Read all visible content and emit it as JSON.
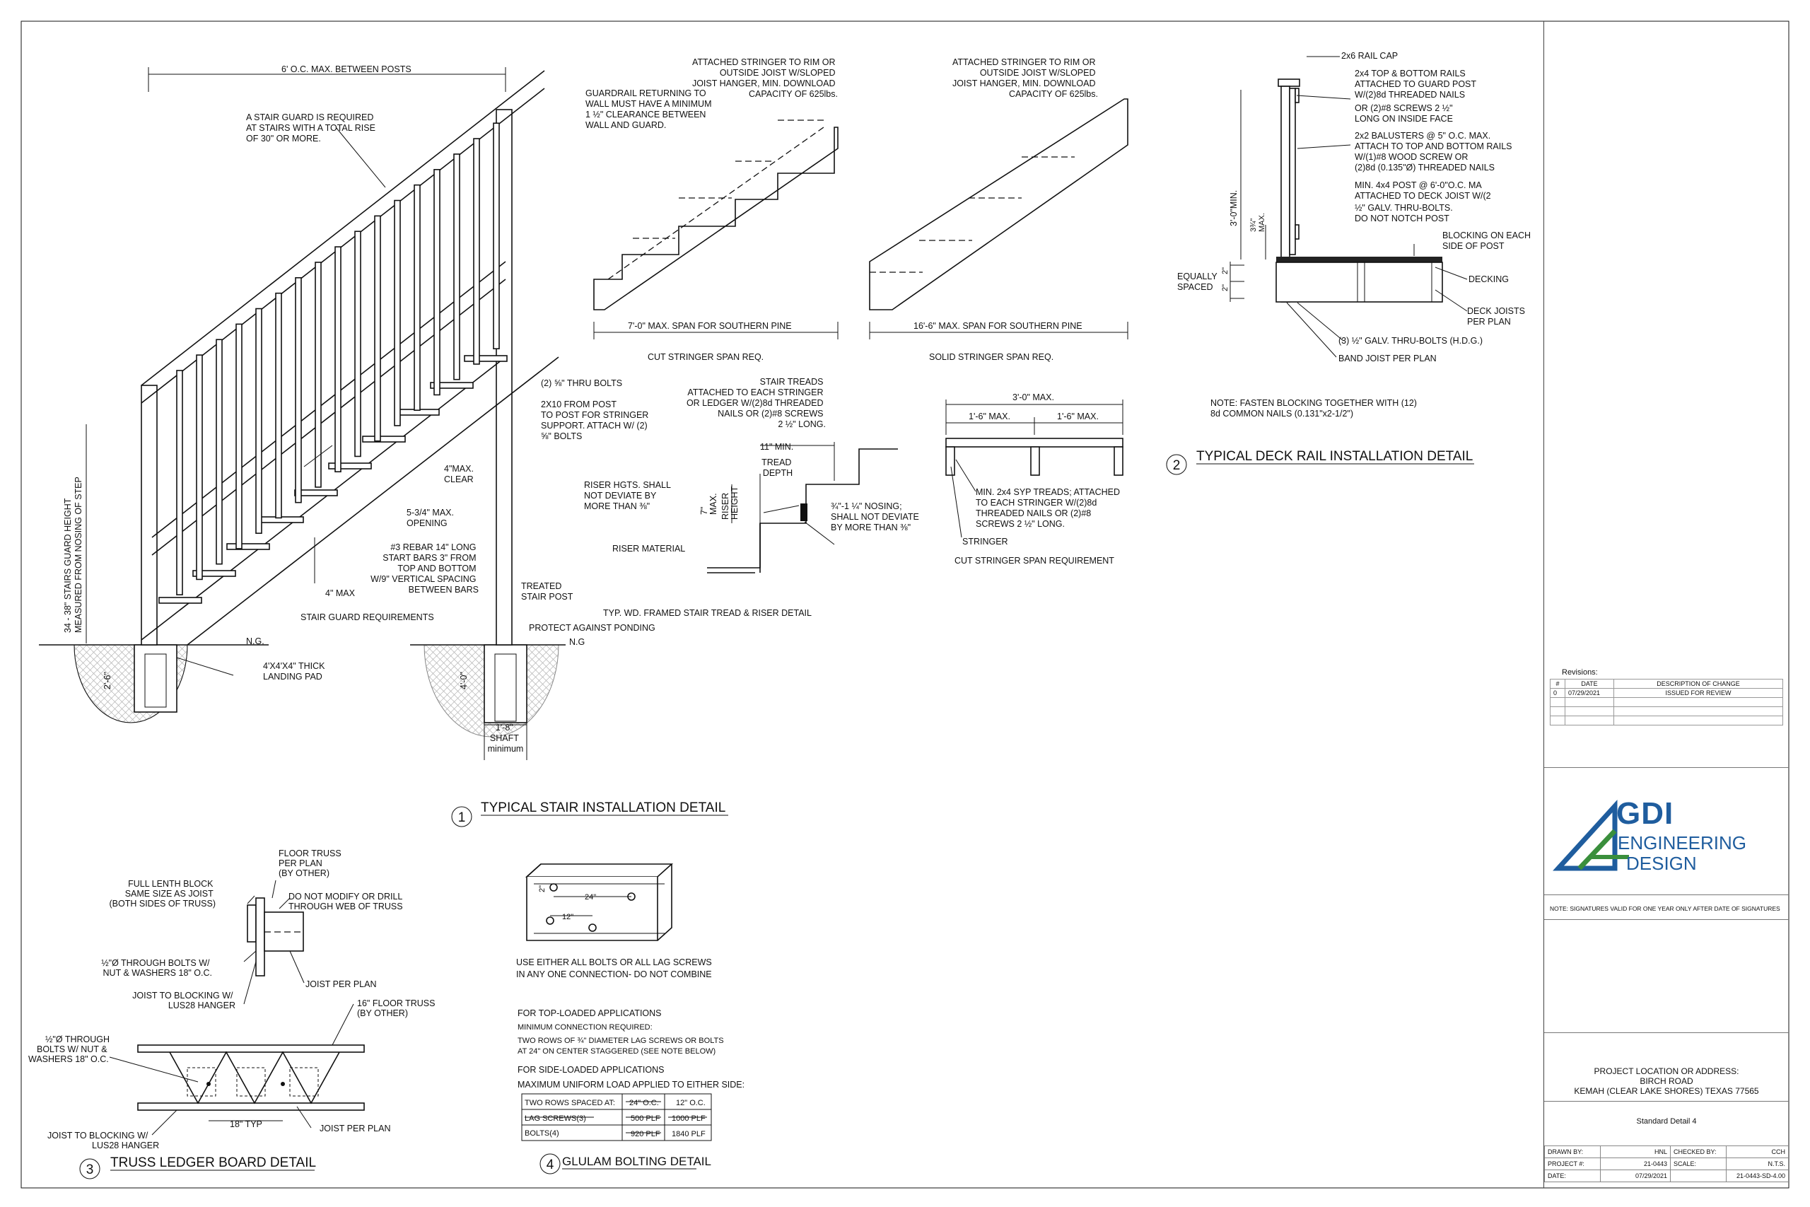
{
  "detail1": {
    "title": "TYPICAL STAIR INSTALLATION DETAIL",
    "number": "1",
    "labels": {
      "post_spacing": "6' O.C. MAX. BETWEEN POSTS",
      "guard_required": [
        "A STAIR GUARD IS REQUIRED",
        "AT STAIRS WITH A TOTAL RISE",
        "OF 30\" OR MORE."
      ],
      "guard_height": [
        "34 - 38\" STAIRS GUARD HEIGHT",
        "MEASURED FROM NOSING OF STEP"
      ],
      "thru_bolts": "(2) ⅝\" THRU BOLTS",
      "stringer_support": [
        "2X10 FROM POST",
        "TO POST FOR STRINGER",
        "SUPPORT. ATTACH W/ (2)",
        "⅝\" BOLTS"
      ],
      "max_clear": [
        "4\"MAX.",
        "CLEAR"
      ],
      "max_opening": [
        "5-3/4\" MAX.",
        "OPENING"
      ],
      "rebar": [
        "#3 REBAR 14\" LONG",
        "START BARS 3\" FROM",
        "TOP AND BOTTOM",
        "W/9\" VERTICAL SPACING",
        "BETWEEN BARS"
      ],
      "four_max": "4\" MAX",
      "stair_guard_req": "STAIR GUARD REQUIREMENTS",
      "treated_post": [
        "TREATED",
        "STAIR POST"
      ],
      "ponding": "PROTECT AGAINST PONDING",
      "ng_left": "N.G.",
      "ng_right": "N.G",
      "landing_pad": [
        "4'X4'X4\" THICK",
        "LANDING PAD"
      ],
      "dim_2_6": "2'-6\"",
      "dim_4_0": "4'-0\"",
      "shaft": [
        "1'-8\"",
        "SHAFT",
        "minimum"
      ]
    }
  },
  "cut_stringer": {
    "note": [
      "ATTACHED STRINGER TO RIM OR",
      "OUTSIDE JOIST W/SLOPED",
      "JOIST HANGER, MIN. DOWNLOAD",
      "CAPACITY OF 625lbs."
    ],
    "guardrail": [
      "GUARDRAIL RETURNING TO",
      "WALL MUST HAVE A MINIMUM",
      "1 ½\" CLEARANCE BETWEEN",
      "WALL AND GUARD."
    ],
    "span": "7'-0\" MAX. SPAN FOR SOUTHERN PINE",
    "caption": "CUT STRINGER SPAN REQ."
  },
  "solid_stringer": {
    "note": [
      "ATTACHED STRINGER TO RIM OR",
      "OUTSIDE JOIST W/SLOPED",
      "JOIST HANGER, MIN. DOWNLOAD",
      "CAPACITY OF 625lbs."
    ],
    "span": "16'-6\" MAX. SPAN FOR SOUTHERN PINE",
    "caption": "SOLID STRINGER SPAN REQ."
  },
  "tread_riser": {
    "treads": [
      "STAIR TREADS",
      "ATTACHED TO EACH STRINGER",
      "OR LEDGER W/(2)8d THREADED",
      "NAILS OR (2)#8 SCREWS",
      "2 ½\" LONG."
    ],
    "min_depth": "11\" MIN.",
    "tread_depth": [
      "TREAD",
      "DEPTH"
    ],
    "riser_hgts": [
      "RISER HGTS. SHALL",
      "NOT DEVIATE BY",
      "MORE THAN ⅜\""
    ],
    "riser_max": [
      "7\"",
      "MAX."
    ],
    "riser_height": [
      "RISER",
      "HEIGHT"
    ],
    "nosing": [
      "¾\"-1 ¼\" NOSING;",
      "SHALL NOT DEVIATE",
      "BY MORE THAN ⅜\""
    ],
    "riser_material": "RISER MATERIAL",
    "caption": "TYP. WD. FRAMED STAIR TREAD & RISER DETAIL"
  },
  "cut_stringer_req": {
    "overall": "3'-0\" MAX.",
    "left": "1'-6\" MAX.",
    "right": "1'-6\" MAX.",
    "treads": [
      "MIN. 2x4 SYP TREADS; ATTACHED",
      "TO EACH STRINGER W/(2)8d",
      "THREADED NAILS OR (2)#8",
      "SCREWS 2 ½\" LONG."
    ],
    "stringer": "STRINGER",
    "caption": "CUT STRINGER SPAN REQUIREMENT"
  },
  "detail2": {
    "title": "TYPICAL DECK RAIL INSTALLATION DETAIL",
    "number": "2",
    "labels": {
      "rail_cap": "2x6 RAIL CAP",
      "rails": [
        "2x4 TOP & BOTTOM RAILS",
        "ATTACHED TO GUARD POST",
        "W/(2)8d THREADED NAILS",
        "OR (2)#8 SCREWS 2 ½\"",
        "LONG ON INSIDE FACE"
      ],
      "balusters": [
        "2x2 BALUSTERS @ 5\" O.C. MAX.",
        "ATTACH TO TOP AND BOTTOM RAILS",
        "W/(1)#8 WOOD SCREW OR",
        "(2)8d (0.135\"Ø) THREADED NAILS"
      ],
      "post": [
        "MIN. 4x4 POST @ 6'-0\"O.C. MA",
        "ATTACHED TO DECK JOIST W/(2",
        "½\" GALV. THRU-BOLTS.",
        "DO NOT NOTCH POST"
      ],
      "min_height": "3'-0\"MIN.",
      "max_34": [
        "3¾\"",
        "MAX."
      ],
      "blocking": [
        "BLOCKING ON EACH",
        "SIDE OF POST"
      ],
      "decking": "DECKING",
      "equally": [
        "EQUALLY",
        "SPACED"
      ],
      "dim_2": "2\"",
      "joists": [
        "DECK JOISTS",
        "PER PLAN"
      ],
      "thru_bolts": "(3) ½\" GALV. THRU-BOLTS (H.D.G.)",
      "band_joist": "BAND JOIST PER PLAN",
      "note": [
        "NOTE: FASTEN BLOCKING TOGETHER WITH (12)",
        "8d COMMON NAILS (0.131\"x2-1/2\")"
      ]
    }
  },
  "detail3": {
    "title": "TRUSS LEDGER BOARD DETAIL",
    "number": "3",
    "labels": {
      "floor_truss": [
        "FLOOR TRUSS",
        "PER PLAN",
        "(BY OTHER)"
      ],
      "full_block": [
        "FULL LENTH BLOCK",
        "SAME SIZE AS JOIST",
        "(BOTH SIDES OF TRUSS)"
      ],
      "no_modify": [
        "DO NOT MODIFY OR DRILL",
        "THROUGH WEB OF TRUSS"
      ],
      "bolts": [
        "½\"Ø THROUGH BOLTS W/",
        "NUT & WASHERS 18\" O.C."
      ],
      "joist_plan": "JOIST PER PLAN",
      "joist_blocking": [
        "JOIST TO  BLOCKING W/",
        "LUS28 HANGER"
      ],
      "truss16": [
        "16\" FLOOR TRUSS",
        "(BY OTHER)"
      ],
      "bolts2": [
        "½\"Ø THROUGH",
        "BOLTS W/ NUT &",
        "WASHERS 18\" O.C."
      ],
      "typ18": "18\" TYP",
      "joist_plan2": "JOIST PER PLAN",
      "joist_blocking2": [
        "JOIST TO  BLOCKING W/",
        "LUS28 HANGER"
      ]
    }
  },
  "detail4": {
    "title": "GLULAM BOLTING DETAIL",
    "number": "4",
    "labels": {
      "dim24": "24\"",
      "dim12": "12\"",
      "dim2": "2\"",
      "use_either": [
        "USE EITHER ALL BOLTS OR ALL LAG SCREWS",
        "IN ANY ONE CONNECTION- DO NOT COMBINE"
      ],
      "top_loaded": "FOR TOP-LOADED APPLICATIONS",
      "min_conn": "MINIMUM CONNECTION REQUIRED:",
      "two_rows": [
        "TWO ROWS OF ¾\" DIAMETER LAG SCREWS  OR BOLTS",
        "AT 24\" ON CENTER STAGGERED (SEE NOTE BELOW)"
      ],
      "side_loaded": "FOR SIDE-LOADED APPLICATIONS",
      "max_load": "MAXIMUM UNIFORM LOAD APPLIED TO EITHER SIDE:",
      "table": [
        [
          "TWO ROWS SPACED AT:",
          "24\" O.C.",
          "12\" O.C."
        ],
        [
          "LAG SCREWS(3)",
          "500 PLF",
          "1000 PLF"
        ],
        [
          "BOLTS(4)",
          "920 PLF",
          "1840 PLF"
        ]
      ]
    }
  },
  "titleblock": {
    "revisions_label": "Revisions:",
    "rev_headers": [
      "#",
      "DATE",
      "DESCRIPTION OF CHANGE"
    ],
    "rev_rows": [
      [
        "0",
        "07/29/2021",
        "ISSUED FOR REVIEW"
      ]
    ],
    "logo_gdi": "GDI",
    "logo_engineering": "ENGINEERING",
    "logo_design": "DESIGN",
    "signature_note": "NOTE: SIGNATURES VALID FOR ONE YEAR ONLY AFTER DATE OF SIGNATURES",
    "project_location_label": "PROJECT LOCATION OR ADDRESS:",
    "road": "BIRCH ROAD",
    "city": "KEMAH (CLEAR LAKE SHORES) TEXAS 77565",
    "sheet_name": "Standard Detail 4",
    "drawn_by_label": "DRAWN BY:",
    "drawn_by": "HNL",
    "checked_by_label": "CHECKED BY:",
    "checked_by": "CCH",
    "project_label": "PROJECT #:",
    "project": "21-0443",
    "scale_label": "SCALE:",
    "scale": "N.T.S.",
    "date_label": "DATE:",
    "date": "07/29/2021",
    "sheet_code": "21-0443-SD-4.00"
  },
  "colors": {
    "logo_blue": "#1f5d9e",
    "logo_green": "#3a8f3c",
    "line": "#111111"
  }
}
